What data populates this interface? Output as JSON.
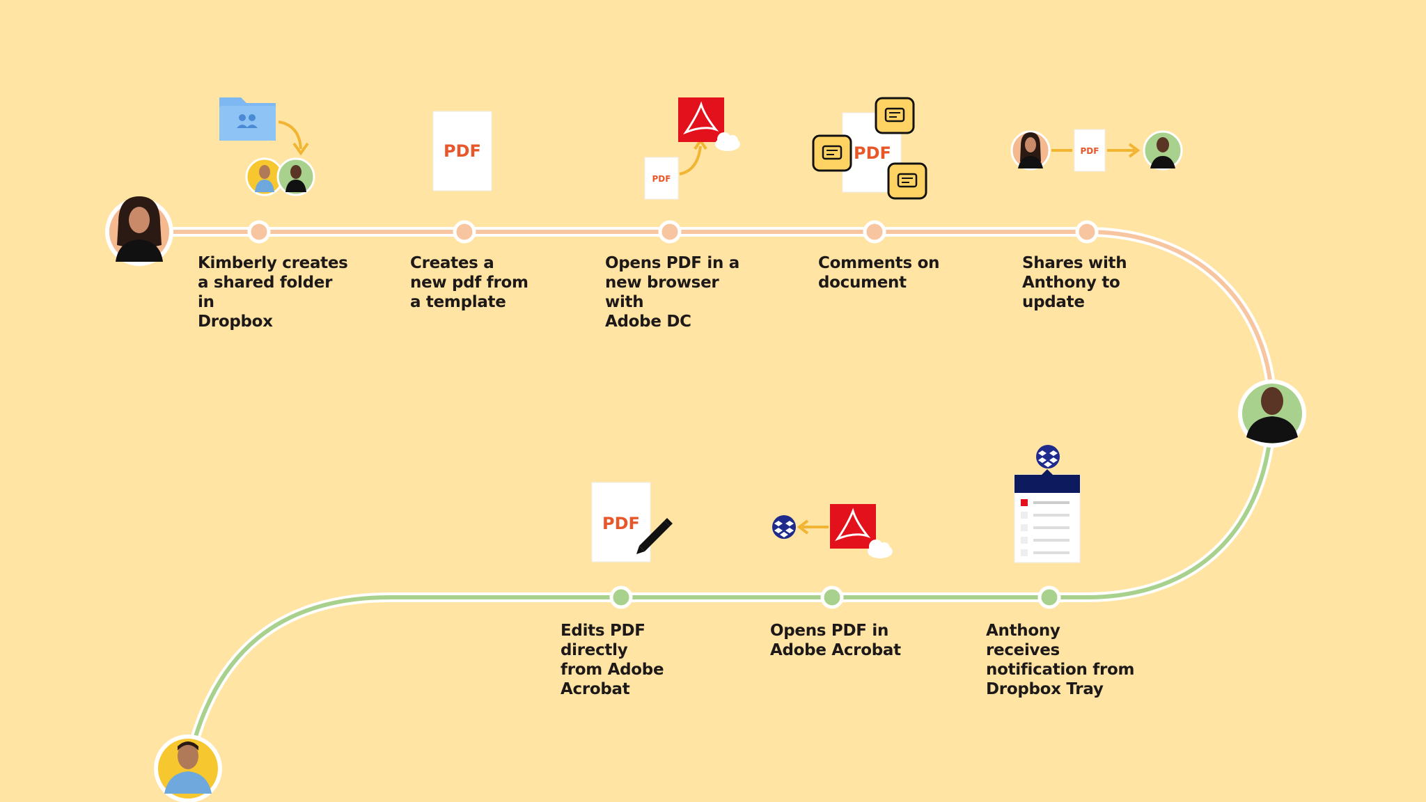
{
  "colors": {
    "background": "#FFE4A3",
    "track_top": "#F7C59F",
    "track_bottom": "#A9D18E",
    "acrobat_red": "#E3111B",
    "pdf_text": "#E8572A",
    "folder_blue": "#7DB8F2",
    "arrow": "#F2B533",
    "dropbox_blue": "#1E2A8C",
    "comment_yellow": "#FFD363"
  },
  "people": {
    "kimberly": "Kimberly",
    "anthony": "Anthony"
  },
  "steps_top": [
    {
      "label": "Kimberly creates\na shared folder in\nDropbox",
      "icon": "shared-folder-icon"
    },
    {
      "label": "Creates a\nnew pdf from\na template",
      "icon": "pdf-document-icon"
    },
    {
      "label": "Opens PDF in a\nnew browser with\nAdobe DC",
      "icon": "acrobat-cloud-icon"
    },
    {
      "label": "Comments on\ndocument",
      "icon": "pdf-comments-icon"
    },
    {
      "label": "Shares with\nAnthony to\nupdate",
      "icon": "share-pdf-icon"
    }
  ],
  "steps_bottom": [
    {
      "label": "Edits PDF directly\nfrom Adobe\nAcrobat",
      "icon": "pdf-edit-icon"
    },
    {
      "label": "Opens PDF in\nAdobe Acrobat",
      "icon": "dropbox-acrobat-icon"
    },
    {
      "label": "Anthony receives\nnotification from\nDropbox Tray",
      "icon": "dropbox-tray-icon"
    }
  ],
  "icon_text": {
    "pdf": "PDF"
  }
}
